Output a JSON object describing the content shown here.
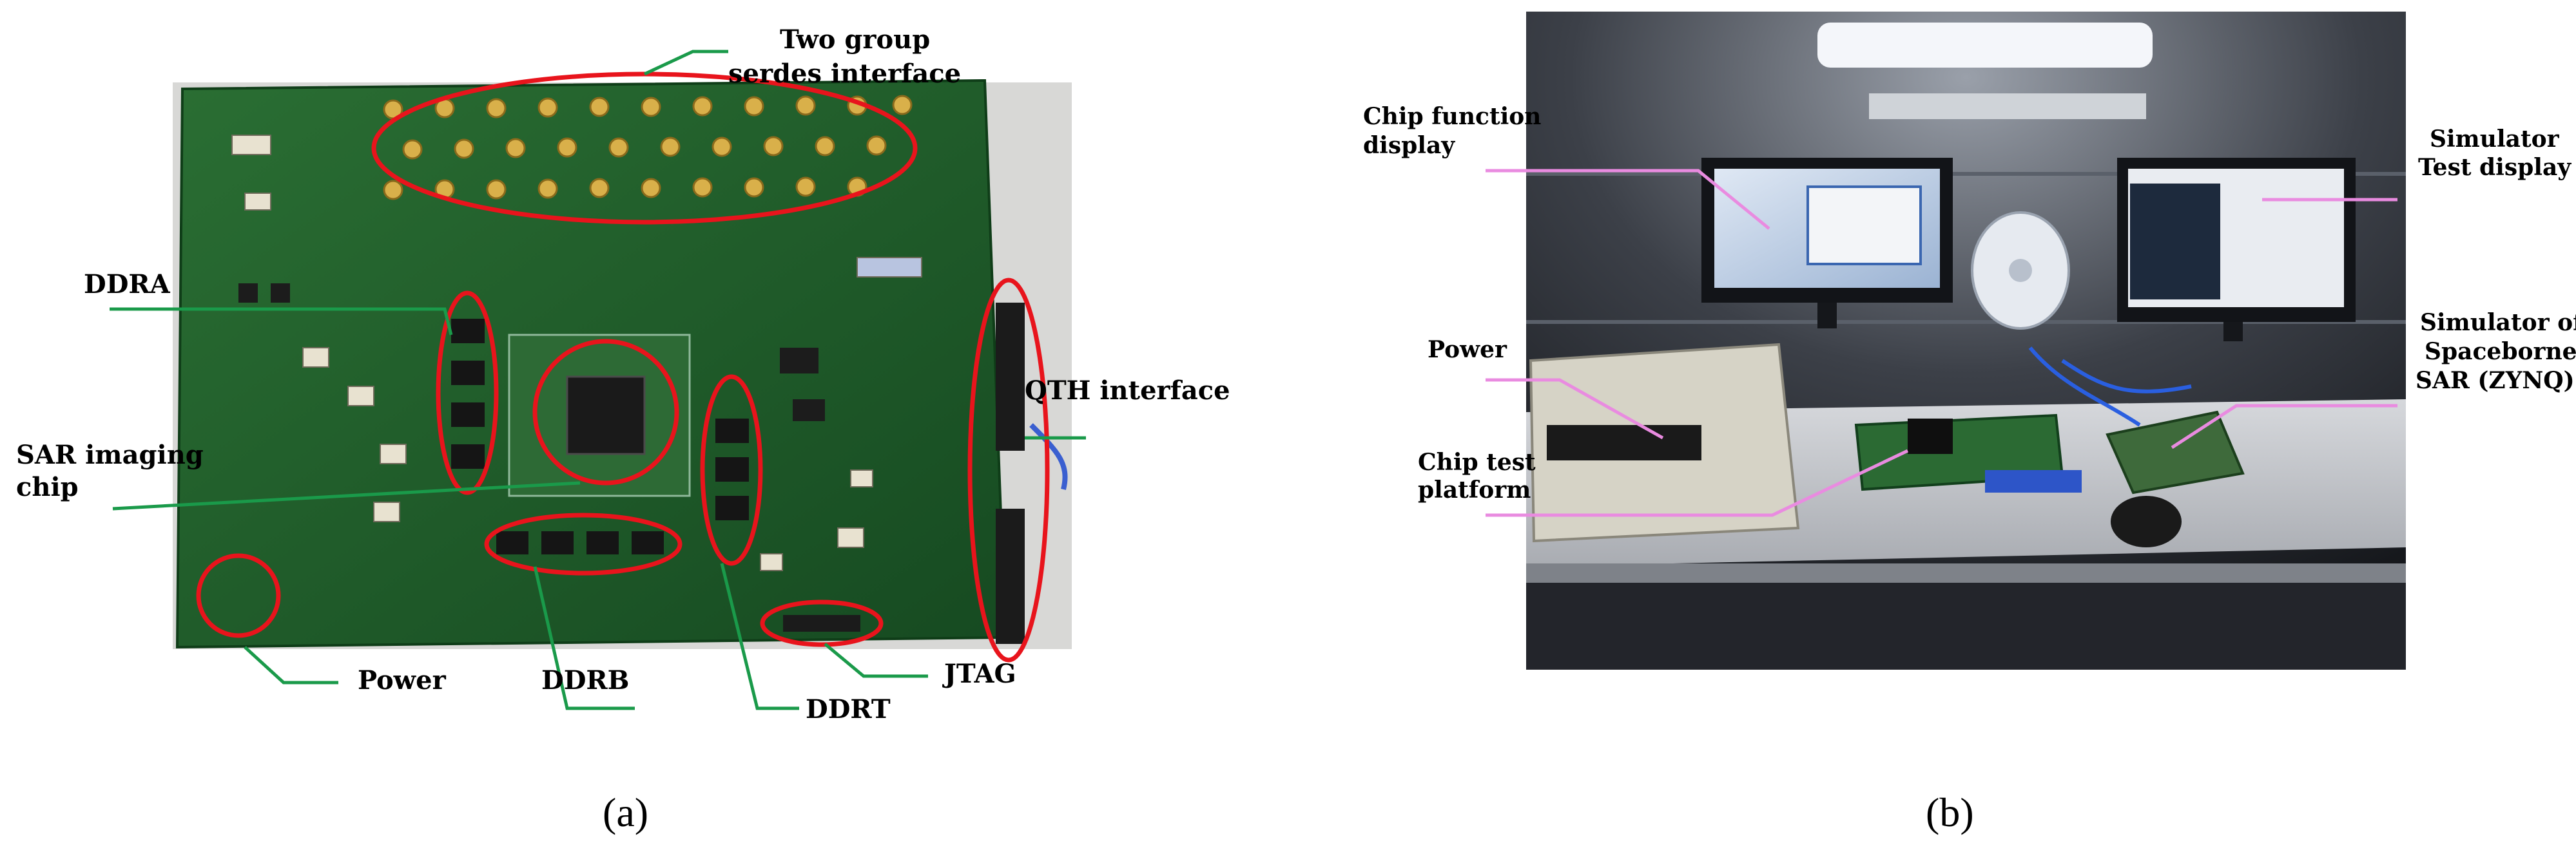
{
  "figure_a": {
    "caption": "(a)",
    "labels": {
      "serdes": [
        "Two group",
        "serdes interface"
      ],
      "ddra": "DDRA",
      "sar_chip": [
        "SAR imaging",
        "chip"
      ],
      "qth": "QTH interface",
      "power": "Power",
      "ddrb": "DDRB",
      "ddrt": "DDRT",
      "jtag": "JTAG"
    },
    "colors": {
      "leader_line": "#1a9a4a",
      "highlight": "#e8141c",
      "board": "#1f5a2a"
    }
  },
  "figure_b": {
    "caption": "(b)",
    "labels": {
      "chip_function_display": [
        "Chip function",
        "display"
      ],
      "power": "Power",
      "chip_test_platform": [
        "Chip test",
        "platform"
      ],
      "simulator_test_display": [
        "Simulator",
        "Test display"
      ],
      "simulator_sar": [
        "Simulator of",
        "Spaceborne",
        "SAR (ZYNQ)"
      ]
    },
    "colors": {
      "leader_line": "#e98be0"
    }
  }
}
